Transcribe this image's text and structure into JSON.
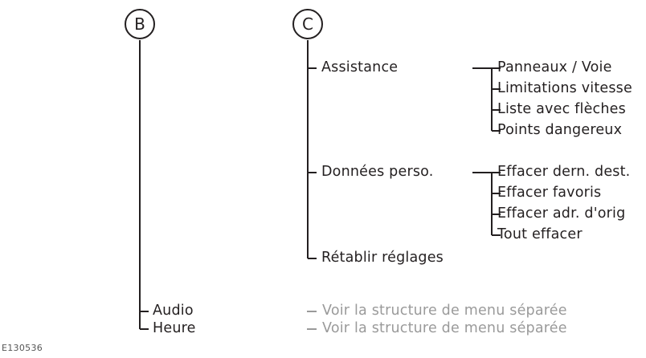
{
  "figure": {
    "id_label": "E130536",
    "colors": {
      "line": "#231f20",
      "text": "#231f20",
      "muted_text": "#9a9a9a",
      "background": "#ffffff"
    }
  },
  "branches": [
    {
      "key": "B",
      "marker": "B",
      "children": [
        {
          "label": "Audio",
          "note": "Voir la structure de menu séparée"
        },
        {
          "label": "Heure",
          "note": "Voir la structure de menu séparée"
        }
      ]
    },
    {
      "key": "C",
      "marker": "C",
      "children": [
        {
          "label": "Assistance",
          "items": [
            "Panneaux / Voie",
            "Limitations vitesse",
            "Liste avec flèches",
            "Points dangereux"
          ]
        },
        {
          "label": "Données perso.",
          "items": [
            "Effacer dern. dest.",
            "Effacer favoris",
            "Effacer adr. d'orig",
            "Tout effacer"
          ]
        },
        {
          "label": "Rétablir réglages",
          "items": []
        }
      ]
    }
  ]
}
